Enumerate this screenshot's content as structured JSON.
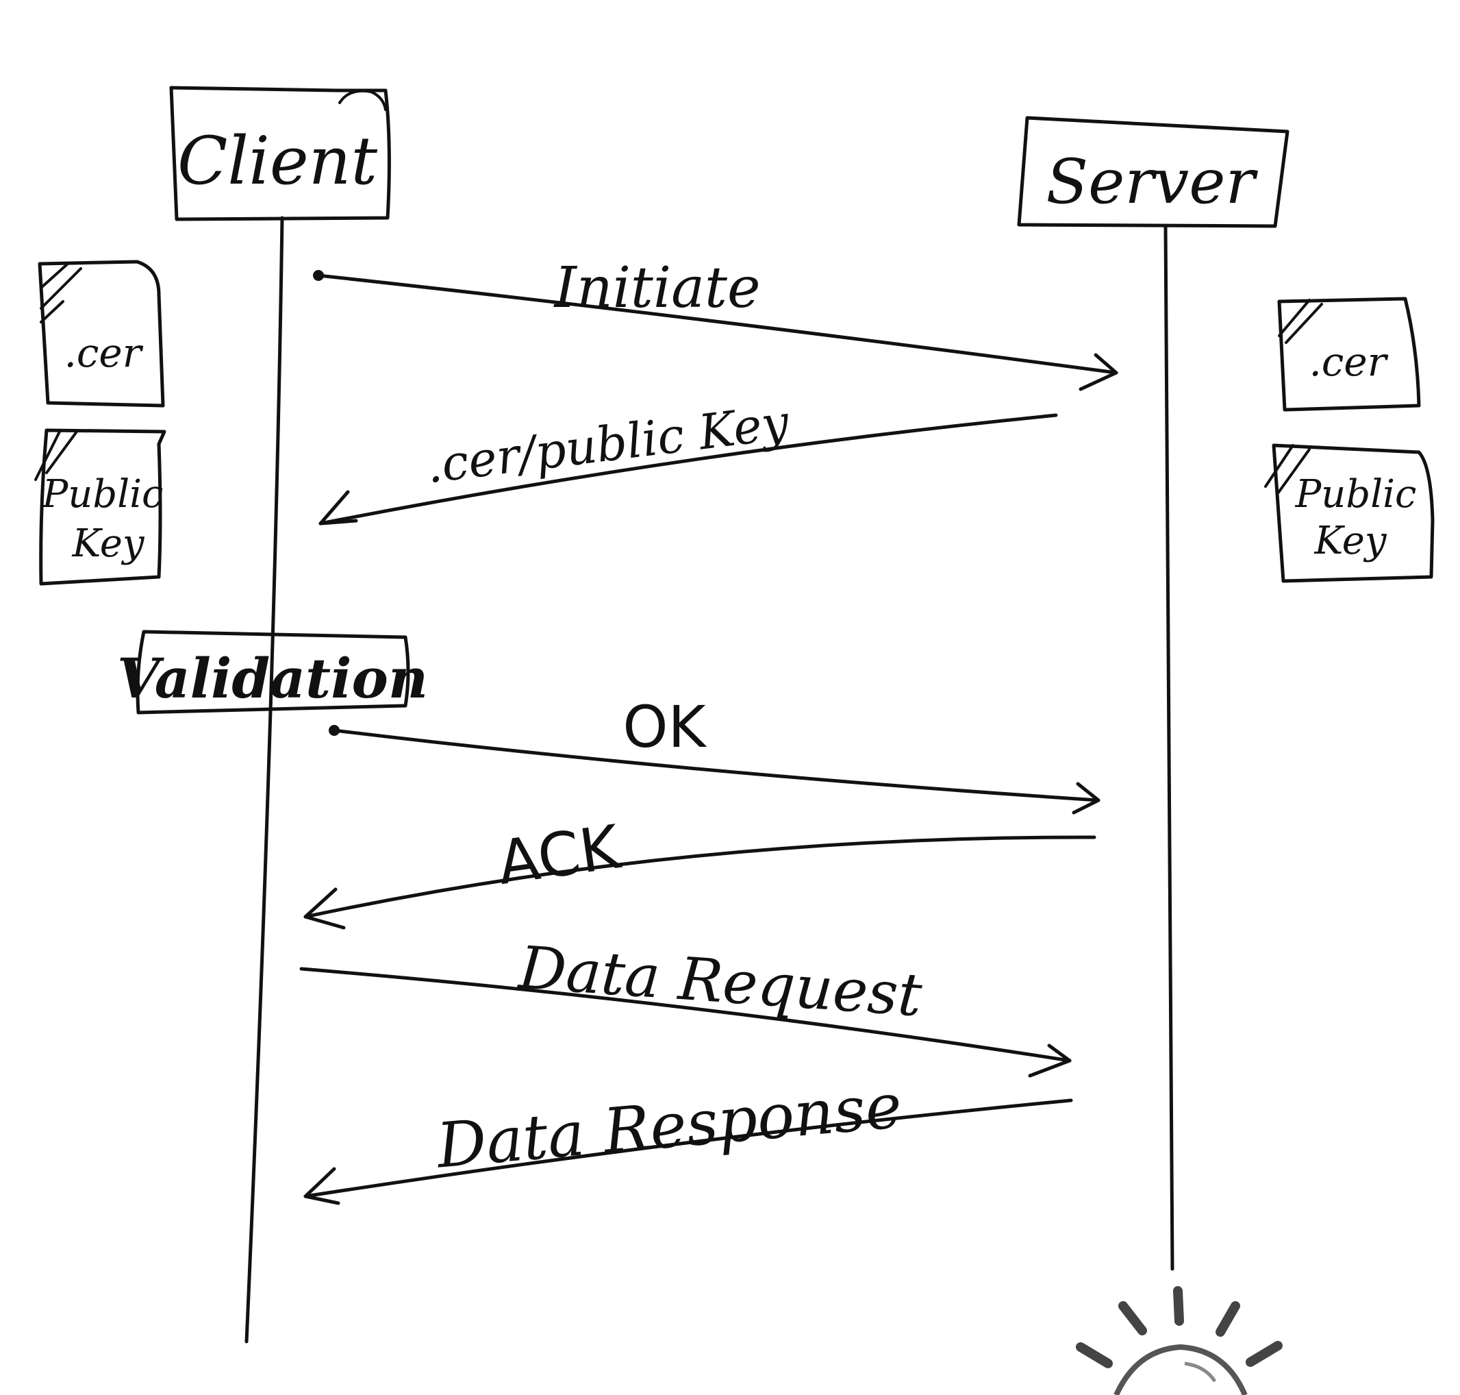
{
  "participants": {
    "client": "Client",
    "server": "Server"
  },
  "artifacts": {
    "client_cert": ".cer",
    "client_key_line1": "Public",
    "client_key_line2": "Key",
    "server_cert": ".cer",
    "server_key_line1": "Public",
    "server_key_line2": "Key"
  },
  "validation_label": "Validation",
  "messages": {
    "initiate": "Initiate",
    "cert_response": ".cer/public Key",
    "ok": "OK",
    "ack": "ACK",
    "data_request": "Data Request",
    "data_response": "Data Response"
  },
  "icons": {
    "watermark": "lightbulb-icon"
  },
  "colors": {
    "ink": "#111111",
    "watermark": "#444444",
    "background": "#ffffff"
  }
}
